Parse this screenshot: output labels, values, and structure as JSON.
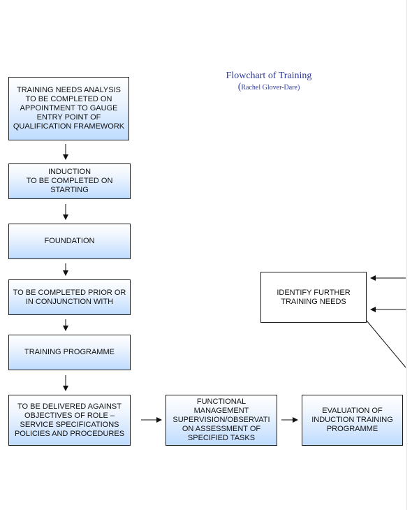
{
  "title": {
    "main": "Flowchart of Training",
    "open_paren": "(",
    "author": "Rachel Glover-Dare)"
  },
  "boxes": {
    "training_needs_analysis": "TRAINING NEEDS ANALYSIS\nTO BE COMPLETED ON\nAPPOINTMENT TO GAUGE\nENTRY POINT OF\nQUALIFICATION FRAMEWORK",
    "induction": "INDUCTION\nTO BE COMPLETED ON\nSTARTING",
    "foundation": "FOUNDATION",
    "prior_conjunction": "TO BE COMPLETED PRIOR OR\nIN CONJUNCTION WITH",
    "training_programme": "TRAINING PROGRAMME",
    "delivered_against": "TO BE DELIVERED AGAINST\nOBJECTIVES OF ROLE –\nSERVICE SPECIFICATIONS\nPOLICIES AND PROCEDURES",
    "functional_management": "FUNCTIONAL\nMANAGEMENT\nSUPERVISION/OBSERVATI\nON ASSESSMENT OF\nSPECIFIED TASKS",
    "evaluation": "EVALUATION OF\nINDUCTION TRAINING\nPROGRAMME",
    "identify_further": "IDENTIFY FURTHER\nTRAINING NEEDS"
  }
}
